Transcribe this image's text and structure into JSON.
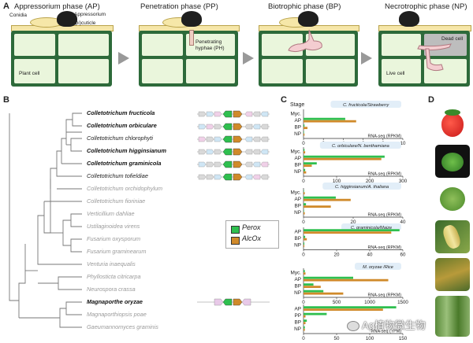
{
  "panels": {
    "a": "A",
    "b": "B",
    "c": "C",
    "d": "D"
  },
  "panelA": {
    "phases": [
      "Appressorium phase (AP)",
      "Penetration phase (PP)",
      "Biotrophic phase (BP)",
      "Necrotrophic phase (NP)"
    ],
    "labels": {
      "conidia": "Conidia",
      "appressorium": "Appressorium",
      "cuticle": "(epi)cuticle",
      "plant_cell": "Plant cell",
      "penetrating": "Penetrating hyphae (PH)",
      "dead_cell": "Dead cell",
      "live_cell": "Live cell"
    }
  },
  "panelB": {
    "species": [
      {
        "name": "Colletotrichum fructicola",
        "style": "bold"
      },
      {
        "name": "Colletotrichum orbiculare",
        "style": "bold"
      },
      {
        "name": "Colletotrichum chlorophyti",
        "style": "normal"
      },
      {
        "name": "Colletotrichum higginsianum",
        "style": "bold"
      },
      {
        "name": "Colletotrichum graminicola",
        "style": "bold"
      },
      {
        "name": "Colletotrichum tofieldiae",
        "style": "normal"
      },
      {
        "name": "Colletotrichum orchidophylum",
        "style": "gray"
      },
      {
        "name": "Colletotrichum fioriniae",
        "style": "gray"
      },
      {
        "name": "Verticillium dahliae",
        "style": "gray"
      },
      {
        "name": "Ustilaginoidea virens",
        "style": "gray"
      },
      {
        "name": "Fusarium oxysporum",
        "style": "gray"
      },
      {
        "name": "Fusarium graminearum",
        "style": "gray"
      },
      {
        "name": "Venturia inaequalis",
        "style": "gray"
      },
      {
        "name": "Phyllosticta citricarpa",
        "style": "gray"
      },
      {
        "name": "Neurospora crassa",
        "style": "gray"
      },
      {
        "name": "Magnaporthe oryzae",
        "style": "bold"
      },
      {
        "name": "Magnaporthiopsis poae",
        "style": "gray"
      },
      {
        "name": "Gaeumannomyces graminis",
        "style": "gray"
      }
    ],
    "legend": [
      {
        "label": "Perox",
        "color": "#2fbf4f"
      },
      {
        "label": "AlcOx",
        "color": "#d08a2a"
      }
    ]
  },
  "colors": {
    "green": "#2fbf4f",
    "orange": "#d08a2a",
    "cell_wall": "#2d6a3a",
    "cell": "#eaf6dc"
  },
  "chart_data": [
    {
      "type": "bar",
      "title": "C. fructicola/Strawberry",
      "stage_label": "Stage",
      "categories": [
        "Myc.",
        "AP",
        "BP",
        "NP"
      ],
      "series": [
        {
          "name": "Perox",
          "values": [
            0,
            4.2,
            0.1,
            0.05
          ]
        },
        {
          "name": "AlcOx",
          "values": [
            0,
            5.3,
            0.4,
            0.1
          ]
        }
      ],
      "xlim": [
        0,
        10
      ],
      "xticks": [
        "0",
        "2",
        "4",
        "6",
        "8",
        "10"
      ],
      "xlabel": "RNA-seq (RPKM)"
    },
    {
      "type": "bar",
      "title": "C. orbiculare/N. benthamiana",
      "categories": [
        "Myc.",
        "AP",
        "BP",
        "NP"
      ],
      "series": [
        {
          "name": "Perox",
          "values": [
            3,
            245,
            40,
            5
          ]
        },
        {
          "name": "AlcOx",
          "values": [
            5,
            235,
            25,
            8
          ]
        }
      ],
      "xlim": [
        0,
        300
      ],
      "xticks": [
        "0",
        "100",
        "200",
        "300"
      ],
      "xlabel": "RNA-seq (RPKM)"
    },
    {
      "type": "bar",
      "title": "C. higginsianum/A. thaliana",
      "categories": [
        "Myc.",
        "AP",
        "BP",
        "NP"
      ],
      "series": [
        {
          "name": "Perox",
          "values": [
            0.2,
            13,
            1,
            0.2
          ]
        },
        {
          "name": "AlcOx",
          "values": [
            0.5,
            19,
            11,
            0.5
          ]
        }
      ],
      "xlim": [
        0,
        40
      ],
      "xticks": [
        "0",
        "20",
        "40"
      ],
      "xlabel": "RNA-seq (RPKM)"
    },
    {
      "type": "bar",
      "title": "C. graminicola/Maize",
      "categories": [
        "AP",
        "BP",
        "NP"
      ],
      "series": [
        {
          "name": "Perox",
          "values": [
            58,
            1,
            0.5
          ]
        },
        {
          "name": "AlcOx",
          "values": [
            53,
            2,
            0.5
          ]
        }
      ],
      "xlim": [
        0,
        60
      ],
      "xticks": [
        "0",
        "20",
        "40",
        "60"
      ],
      "xlabel": "RNA-seq (RPKM)"
    },
    {
      "type": "bar",
      "title": "M. oryzae /Rice",
      "categories": [
        "Myc.",
        "AP",
        "BP",
        "NP"
      ],
      "series": [
        {
          "name": "Perox",
          "values": [
            20,
            750,
            150,
            300
          ]
        },
        {
          "name": "AlcOx",
          "values": [
            30,
            1280,
            260,
            600
          ]
        }
      ],
      "xlim": [
        0,
        1500
      ],
      "xticks": [
        "0",
        "500",
        "1000",
        "1500"
      ],
      "xlabel": "RNA-seq (RPKM)"
    },
    {
      "type": "bar",
      "categories": [
        "AP",
        "PP",
        "BP",
        "NP"
      ],
      "series": [
        {
          "name": "Perox",
          "values": [
            140,
            35,
            5,
            2
          ]
        },
        {
          "name": "AlcOx",
          "values": [
            120,
            3,
            3,
            2
          ]
        }
      ],
      "xlim": [
        0,
        150
      ],
      "xticks": [
        "0",
        "50",
        "100",
        "150"
      ],
      "xlabel": "RNA-seq (TPM)"
    }
  ],
  "watermark": "Ag植物微生物"
}
